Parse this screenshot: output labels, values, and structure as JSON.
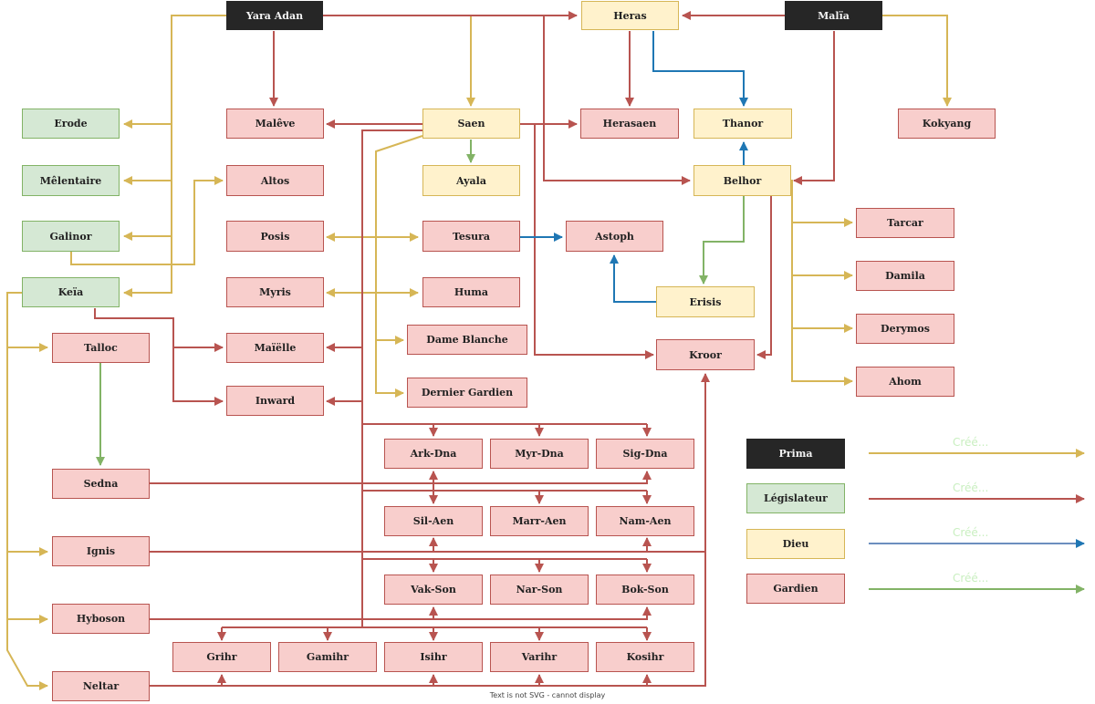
{
  "colors": {
    "prima": "#262626",
    "legislateur_fill": "#d5e8d4",
    "dieu_fill": "#fff2cc",
    "gardien_fill": "#f8cecc",
    "gold_arrow": "#d6b656",
    "red_arrow": "#b85450",
    "blue_arrow": "#1f77b4",
    "green_arrow": "#82b366"
  },
  "nodes": {
    "yara_adan": "Yara Adan",
    "heras": "Heras",
    "malia": "Malïa",
    "erode": "Erode",
    "meletaire": "Mêlentaire",
    "galinor": "Galinor",
    "keia": "Keïa",
    "maleve": "Malêve",
    "altos": "Altos",
    "posis": "Posis",
    "myris": "Myris",
    "maielle": "Maïëlle",
    "inward": "Inward",
    "saen": "Saen",
    "ayala": "Ayala",
    "tesura": "Tesura",
    "huma": "Huma",
    "dame_blanche": "Dame Blanche",
    "dernier_gardien": "Dernier Gardien",
    "herasaen": "Herasaen",
    "astoph": "Astoph",
    "thanor": "Thanor",
    "belhor": "Belhor",
    "erisis": "Erisis",
    "kroor": "Kroor",
    "kokyang": "Kokyang",
    "tarcar": "Tarcar",
    "damila": "Damila",
    "derymos": "Derymos",
    "ahom": "Ahom",
    "talloc": "Talloc",
    "sedna": "Sedna",
    "ignis": "Ignis",
    "hyboson": "Hyboson",
    "neltar": "Neltar",
    "ark_dna": "Ark-Dna",
    "myr_dna": "Myr-Dna",
    "sig_dna": "Sig-Dna",
    "sil_aen": "Sil-Aen",
    "marr_aen": "Marr-Aen",
    "nam_aen": "Nam-Aen",
    "vak_son": "Vak-Son",
    "nar_son": "Nar-Son",
    "bok_son": "Bok-Son",
    "grihr": "Grihr",
    "gamihr": "Gamihr",
    "isihr": "Isihr",
    "varihr": "Varihr",
    "kosihr": "Kosihr"
  },
  "legend": {
    "prima": "Prima",
    "legislateur": "Législateur",
    "dieu": "Dieu",
    "gardien": "Gardien",
    "caption": "Créé..."
  },
  "footer": "Text is not SVG - cannot display"
}
